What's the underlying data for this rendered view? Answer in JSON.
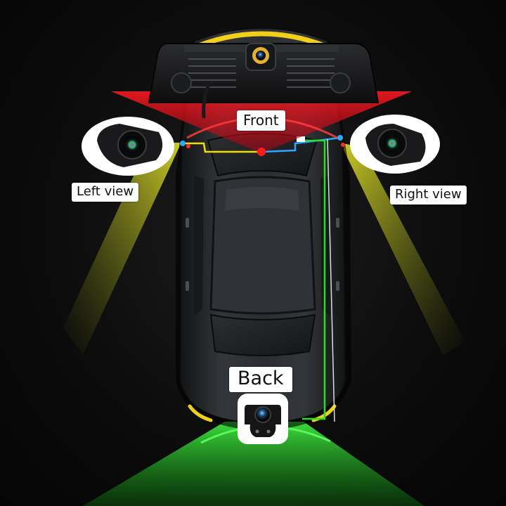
{
  "labels": {
    "front": "Front",
    "left": "Left view",
    "right": "Right view",
    "back": "Back"
  },
  "colors": {
    "front_beam": "#e0101a",
    "side_beam": "#d6d628",
    "rear_beam": "#1ec21e",
    "wire_yellow": "#f0e000",
    "wire_blue": "#2ca8ff",
    "wire_green": "#22e022",
    "car_body": "#2a2c2f",
    "bumper_accent": "#f2cf1a"
  }
}
